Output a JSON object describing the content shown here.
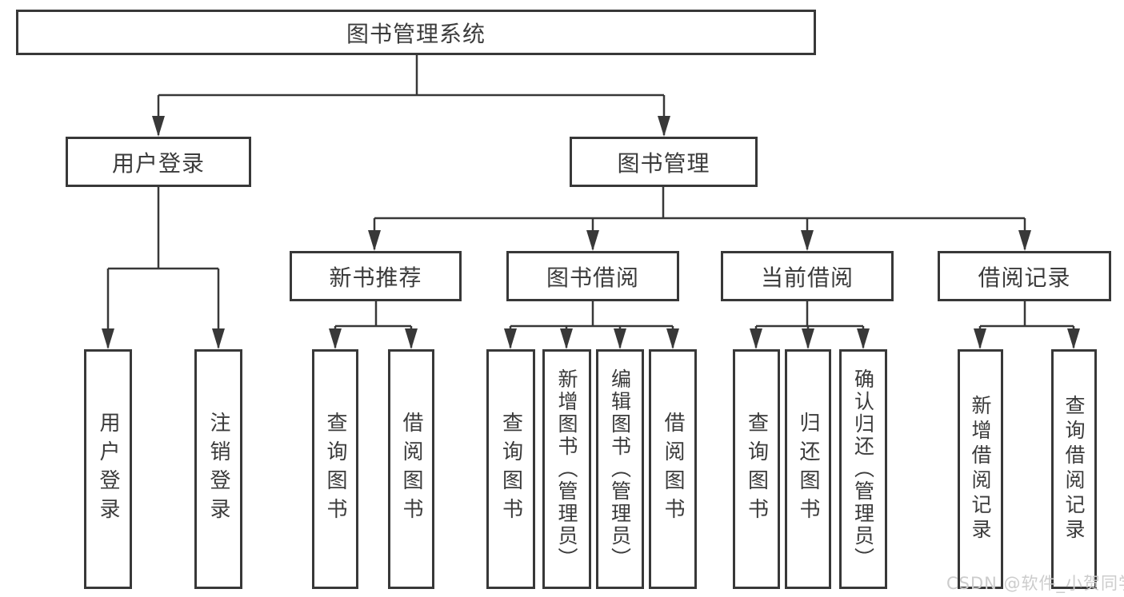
{
  "tree": {
    "root": {
      "label": "图书管理系统"
    },
    "branches": [
      {
        "label": "用户登录",
        "leaves": [
          "用户登录",
          "注销登录"
        ]
      },
      {
        "label": "图书管理",
        "groups": [
          {
            "label": "新书推荐",
            "leaves": [
              "查询图书",
              "借阅图书"
            ]
          },
          {
            "label": "图书借阅",
            "leaves": [
              "查询图书",
              "新增图书（管理员）",
              "编辑图书（管理员）",
              "借阅图书"
            ]
          },
          {
            "label": "当前借阅",
            "leaves": [
              "查询图书",
              "归还图书",
              "确认归还（管理员）"
            ]
          },
          {
            "label": "借阅记录",
            "leaves": [
              "新增借阅记录",
              "查询借阅记录"
            ]
          }
        ]
      }
    ]
  },
  "watermark": "CSDN @软件_小贺同学",
  "colors": {
    "line": "#383838",
    "text": "#3b3b3b",
    "watermark": "#cccccc",
    "background": "#ffffff"
  }
}
